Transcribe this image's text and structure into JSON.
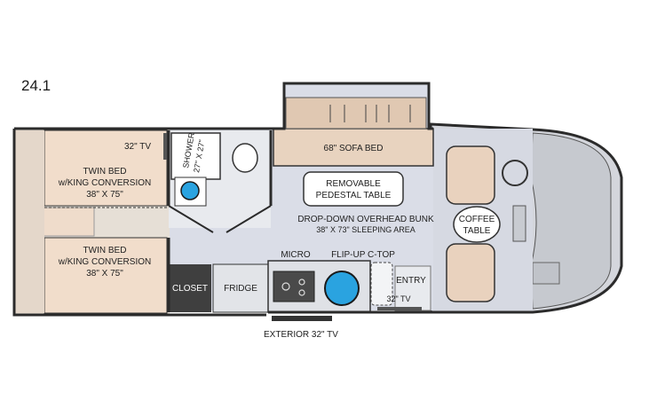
{
  "model": "24.1",
  "labels": {
    "tv_bedroom": "32\" TV",
    "twin_bed_top_l1": "TWIN BED",
    "twin_bed_top_l2": "w/KING CONVERSION",
    "twin_bed_top_l3": "38\" X 75\"",
    "twin_bed_bottom_l1": "TWIN BED",
    "twin_bed_bottom_l2": "w/KING CONVERSION",
    "twin_bed_bottom_l3": "38\" X 75\"",
    "shower_l1": "SHOWER",
    "shower_l2": "27\" X 27\"",
    "sofa_bed": "68\" SOFA BED",
    "pedestal_l1": "REMOVABLE",
    "pedestal_l2": "PEDESTAL TABLE",
    "bunk_l1": "DROP-DOWN OVERHEAD BUNK",
    "bunk_l2": "38\" X 73\" SLEEPING AREA",
    "coffee_l1": "COFFEE",
    "coffee_l2": "TABLE",
    "closet": "CLOSET",
    "fridge": "FRIDGE",
    "micro": "MICRO",
    "flip_up": "FLIP-UP C-TOP",
    "entry": "ENTRY",
    "tv_entry": "32\" TV",
    "exterior_tv": "EXTERIOR 32\" TV"
  },
  "colors": {
    "floor": "#d9dce6",
    "bed": "#efdccb",
    "wall": "#2b2b2b",
    "cab": "#cfd2d8",
    "water": "#2aa3e0",
    "closet": "#4a4a4a"
  }
}
